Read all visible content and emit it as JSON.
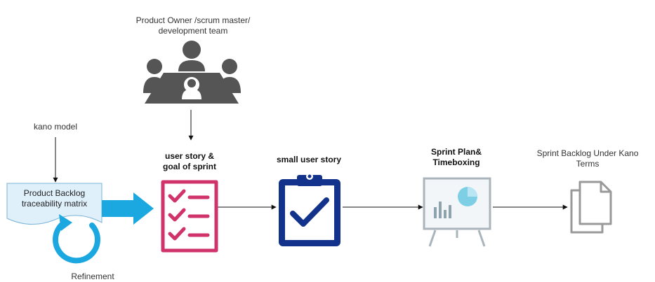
{
  "labels": {
    "team": "Product Owner  /scrum master/\ndevelopment team",
    "kano_model": "kano model",
    "backlog_line1": "Product Backlog",
    "backlog_line2": "traceability matrix",
    "refinement": "Refinement",
    "user_story_line1": "user story &",
    "user_story_line2": "goal of sprint",
    "small_user_story": "small user story",
    "sprint_plan_line1": "Sprint Plan&",
    "sprint_plan_line2": "Timeboxing",
    "sprint_backlog_line1": "Sprint Backlog Under Kano",
    "sprint_backlog_line2": "Terms"
  },
  "icons": {
    "team": "meeting-table-icon",
    "checklist": "checklist-icon",
    "clipboard": "clipboard-check-icon",
    "presentation": "presentation-board-icon",
    "documents": "documents-icon",
    "refinement": "circular-arrow-icon"
  },
  "colors": {
    "team_icon": "#555555",
    "checklist": "#d0326a",
    "clipboard": "#12328c",
    "big_arrow": "#1ba8e0",
    "refinement_arrow": "#1ba8e0",
    "backlog_fill": "#dff0fb",
    "presentation_chart": "#7ecfe6",
    "documents": "#999999"
  }
}
